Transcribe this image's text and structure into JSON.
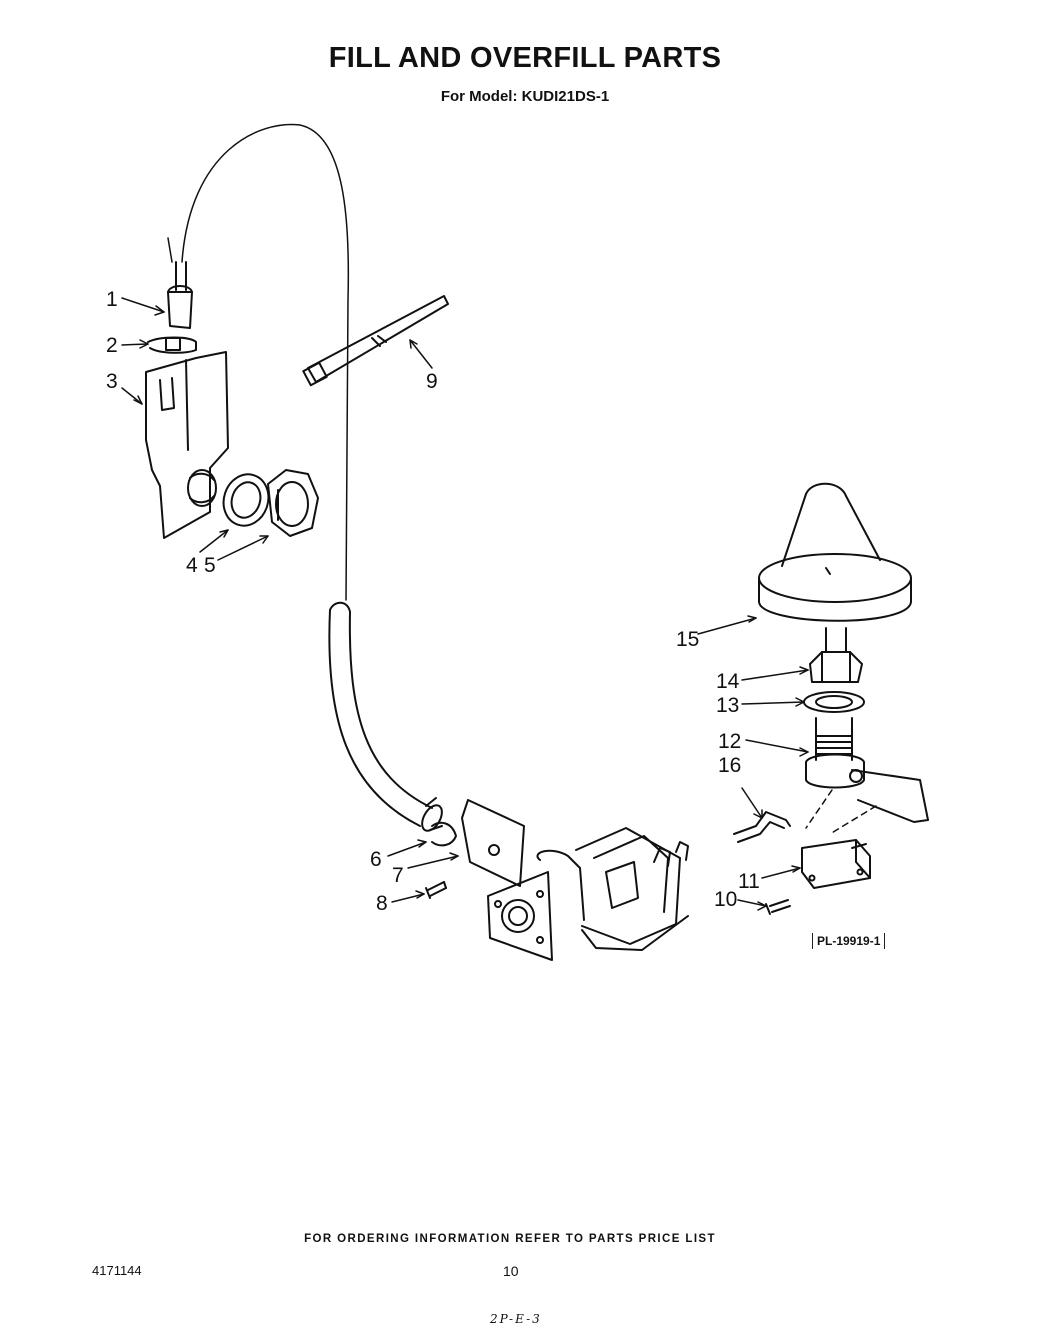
{
  "header": {
    "title": "FILL AND OVERFILL PARTS",
    "subtitle": "For Model: KUDI21DS-1"
  },
  "callouts": [
    "1",
    "2",
    "3",
    "4",
    "5",
    "6",
    "7",
    "8",
    "9",
    "10",
    "11",
    "12",
    "13",
    "14",
    "15",
    "16"
  ],
  "figure_code": "PL-19919-1",
  "footer": {
    "ordering_note": "FOR ORDERING INFORMATION REFER TO PARTS PRICE LIST",
    "doc_number": "4171144",
    "page_number": "10",
    "handwritten_mark": "2P-E-3"
  }
}
